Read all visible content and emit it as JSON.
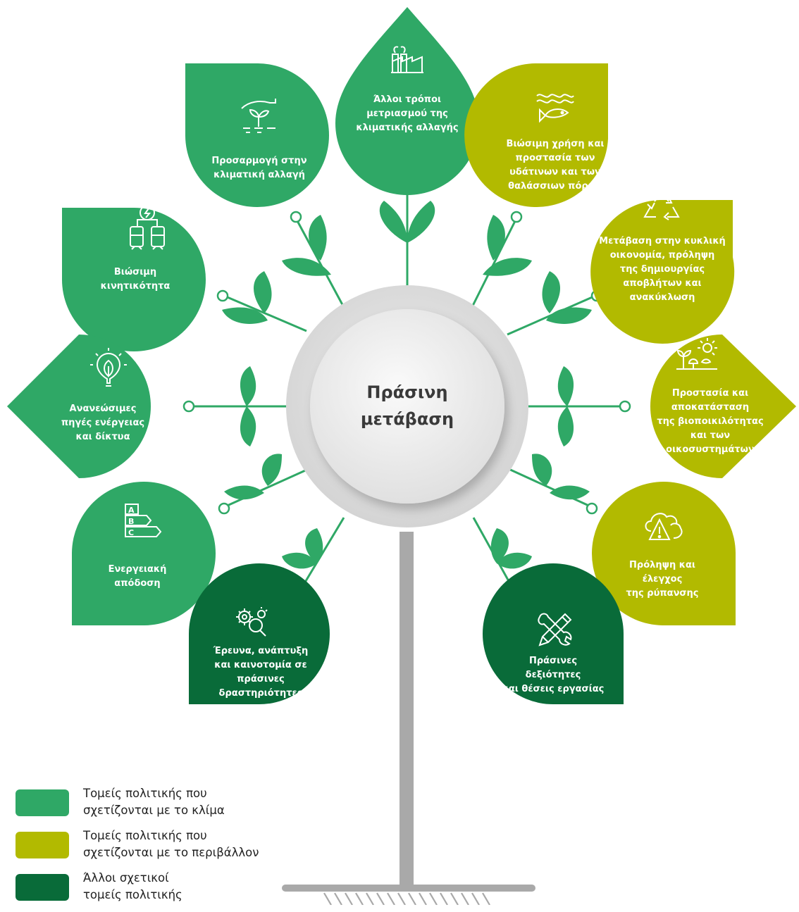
{
  "colors": {
    "climate": "#2fa866",
    "environment": "#b2ba00",
    "other": "#096b39",
    "leaf": "#2fa866",
    "trunk": "#a9a9a9"
  },
  "center": {
    "line1": "Πράσινη",
    "line2": "μετάβαση"
  },
  "petals": [
    {
      "id": "top",
      "icon": "factory-icon",
      "lines": [
        "Άλλοι τρόποι",
        "μετριασμού της",
        "κλιματικής αλλαγής"
      ]
    },
    {
      "id": "adaptation",
      "icon": "hand-plant-icon",
      "lines": [
        "Προσαρμογή στην",
        "κλιματική αλλαγή"
      ]
    },
    {
      "id": "mobility",
      "icon": "bus-train-icon",
      "lines": [
        "Βιώσιμη",
        "κινητικότητα"
      ]
    },
    {
      "id": "renewables",
      "icon": "eco-bulb-icon",
      "lines": [
        "Ανανεώσιμες",
        "πηγές ενέργειας",
        "και δίκτυα"
      ]
    },
    {
      "id": "efficiency",
      "icon": "energy-rating-icon",
      "lines": [
        "Ενεργειακή",
        "απόδοση"
      ]
    },
    {
      "id": "research",
      "icon": "gears-magnifier-icon",
      "lines": [
        "Έρευνα, ανάπτυξη",
        "και καινοτομία σε",
        "πράσινες",
        "δραστηριότητες"
      ]
    },
    {
      "id": "water",
      "icon": "fish-waves-icon",
      "lines": [
        "Βιώσιμη χρήση και",
        "προστασία των",
        "υδάτινων και των",
        "θαλάσσιων πόρων"
      ]
    },
    {
      "id": "circular",
      "icon": "recycle-icon",
      "lines": [
        "Μετάβαση στην κυκλική",
        "οικονομία, πρόληψη",
        "της δημιουργίας",
        "αποβλήτων και",
        "ανακύκλωση"
      ]
    },
    {
      "id": "biodiversity",
      "icon": "plants-sun-bird-icon",
      "lines": [
        "Προστασία και",
        "αποκατάσταση",
        "της βιοποικιλότητας",
        "και των",
        "οικοσυστημάτων"
      ]
    },
    {
      "id": "pollution",
      "icon": "cloud-warning-icon",
      "lines": [
        "Πρόληψη και",
        "έλεγχος",
        "της ρύπανσης"
      ]
    },
    {
      "id": "skills",
      "icon": "wrench-pencil-icon",
      "lines": [
        "Πράσινες",
        "δεξιότητες",
        "και θέσεις εργασίας"
      ]
    }
  ],
  "legend": [
    {
      "lines": [
        "Τομείς πολιτικής που",
        "σχετίζονται με το κλίμα"
      ],
      "color": "#2fa866"
    },
    {
      "lines": [
        "Τομείς πολιτικής που",
        "σχετίζονται με το περιβάλλον"
      ],
      "color": "#b2ba00"
    },
    {
      "lines": [
        "Άλλοι σχετικοί",
        "τομείς πολιτικής"
      ],
      "color": "#096b39"
    }
  ]
}
